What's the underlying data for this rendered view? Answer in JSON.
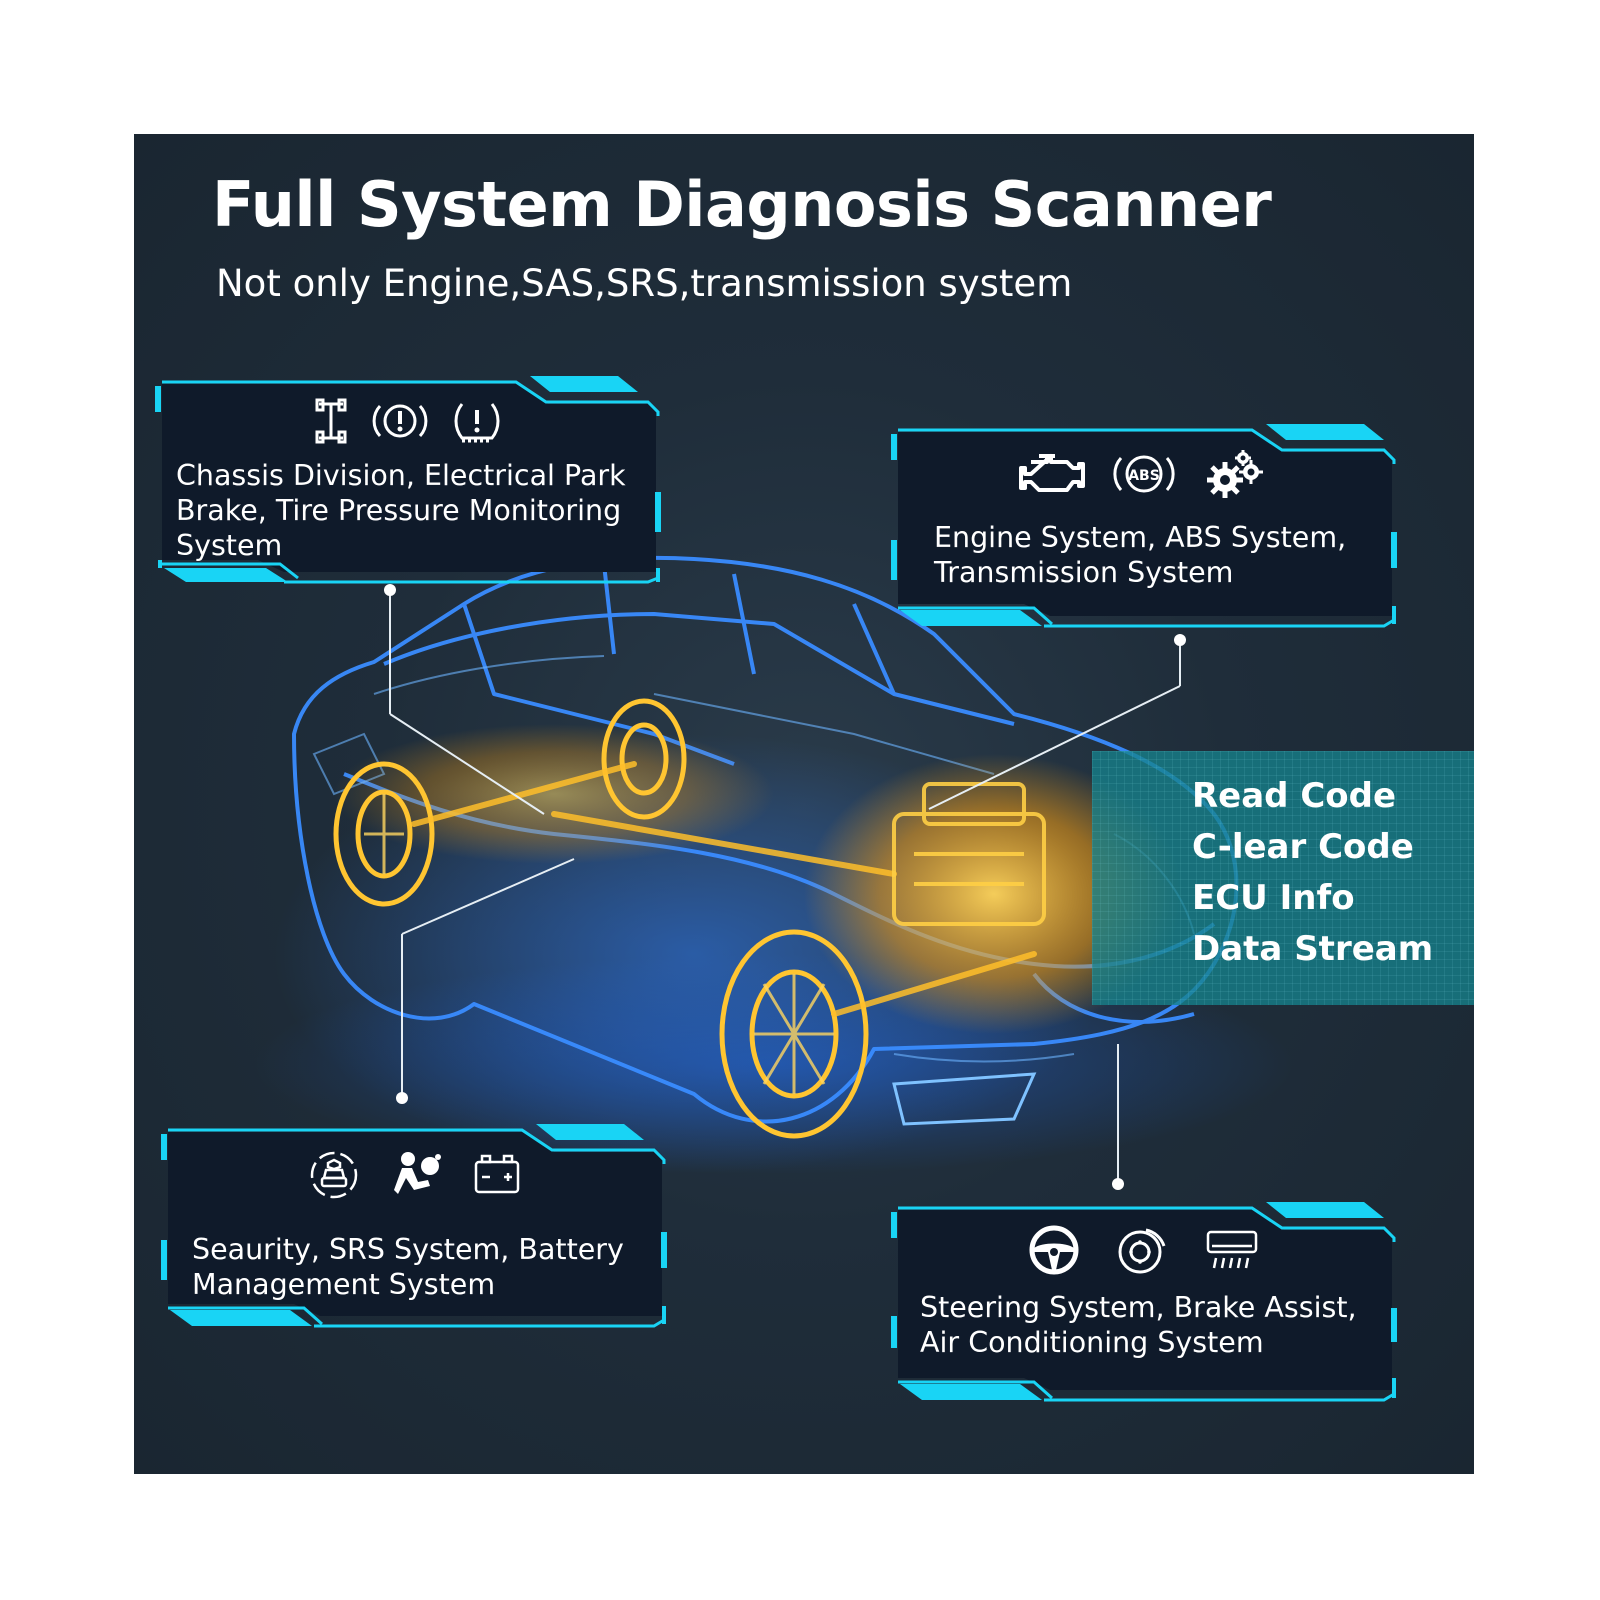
{
  "header": {
    "title": "Full System Diagnosis Scanner",
    "subtitle": "Not only Engine,SAS,SRS,transmission system"
  },
  "cards": [
    {
      "text": [
        "Chassis Division, Electrical Park",
        "Brake, Tire Pressure Monitoring",
        "System"
      ],
      "icons": [
        "chassis-icon",
        "parking-brake-warning-icon",
        "tire-pressure-warning-icon"
      ]
    },
    {
      "text": [
        "Engine System, ABS System,",
        "Transmission System"
      ],
      "icons": [
        "engine-icon",
        "abs-icon",
        "gears-icon"
      ]
    },
    {
      "text": [
        "Seaurity, SRS System, Battery",
        "Management System"
      ],
      "icons": [
        "security-car-icon",
        "airbag-icon",
        "battery-icon"
      ]
    },
    {
      "text": [
        "Steering System, Brake Assist,",
        "Air Conditioning System"
      ],
      "icons": [
        "steering-wheel-icon",
        "brake-disc-icon",
        "air-conditioner-icon"
      ]
    }
  ],
  "features": [
    "Read Code",
    "C-lear Code",
    "ECU Info",
    "Data Stream"
  ],
  "colors": {
    "background": "#1f2d3a",
    "card_fill": "#0f1a2a",
    "card_accent": "#19d4f5",
    "feature_box": "#16828c",
    "car_outline": "#2f7cf6",
    "engine_glow": "#ffb21e",
    "text": "#ffffff"
  }
}
